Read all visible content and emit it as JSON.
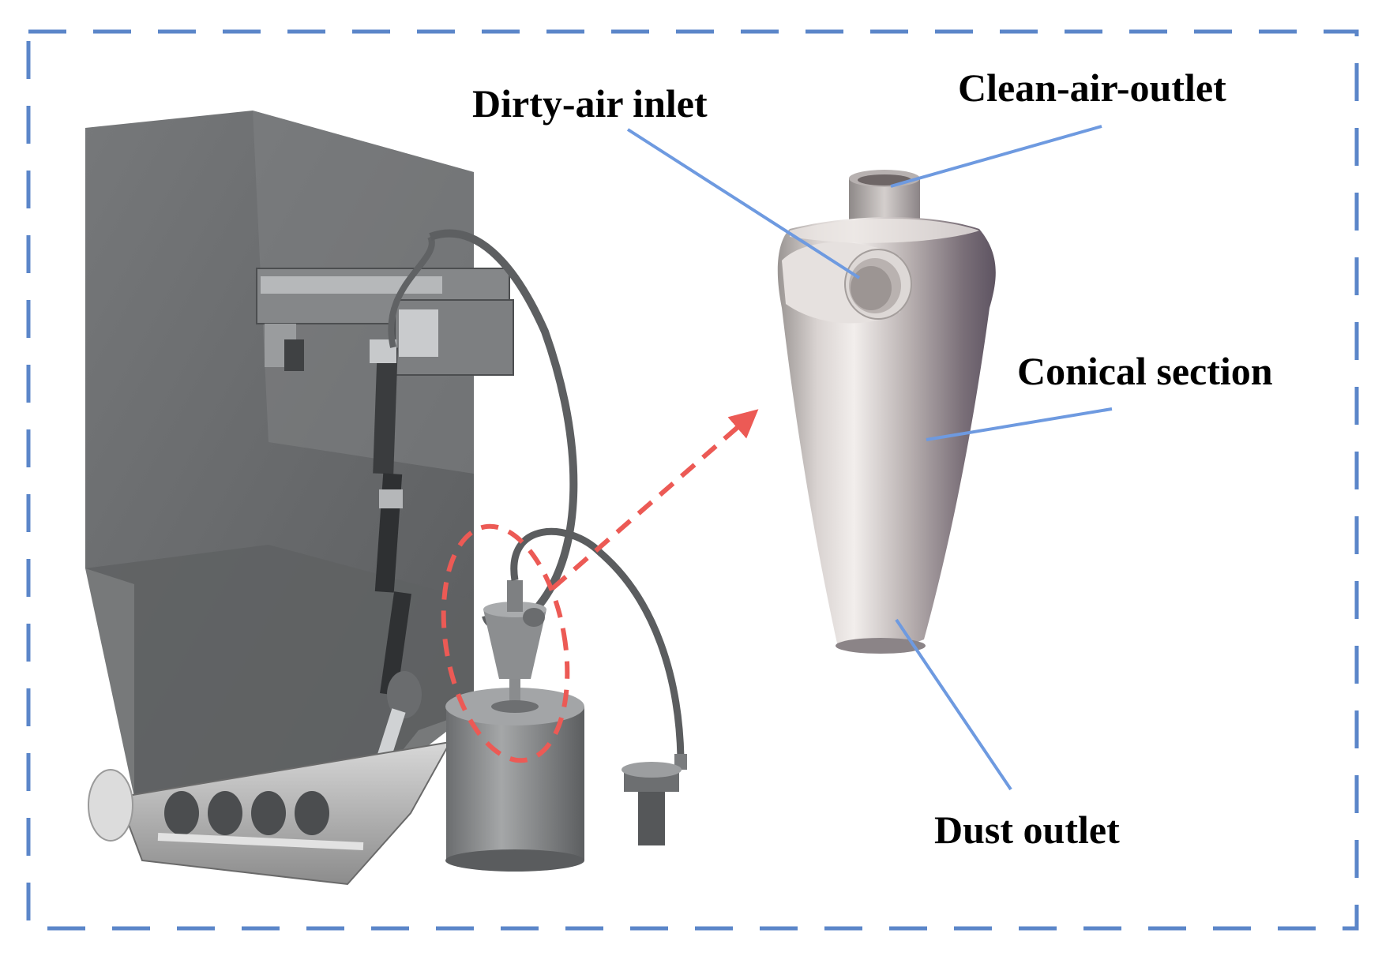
{
  "labels": {
    "dirty_air_inlet": "Dirty-air inlet",
    "clean_air_outlet": "Clean-air-outlet",
    "conical_section": "Conical section",
    "dust_outlet": "Dust outlet"
  },
  "colors": {
    "frame_dash": "#5b86c9",
    "leader_line": "#6e9ae0",
    "highlight_red": "#ec5a55",
    "machine_gray": "#6d6f71",
    "cyclone_body": "#c9c3c1"
  }
}
